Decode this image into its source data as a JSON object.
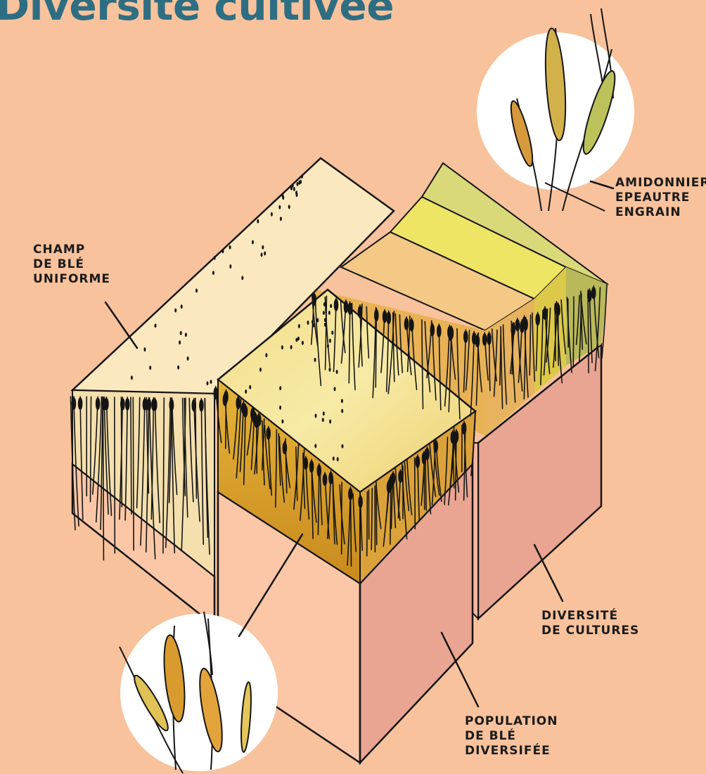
{
  "title": "Diversité cultivée",
  "labels": {
    "uniforme": [
      "CHAMP",
      "DE BLÉ",
      "UNIFORME"
    ],
    "ble_anciens": [
      "AMIDONNIER",
      "EPEAUTRE",
      "ENGRAIN"
    ],
    "cultures": [
      "DIVERSITÉ",
      "DE CULTURES"
    ],
    "population": [
      "POPULATION",
      "DE BLÉ",
      "DIVERSIFÉE"
    ]
  },
  "colors": {
    "background": "#f8c29c",
    "title": "#2e6e83",
    "soil_front": "#fbc7a6",
    "soil_side": "#e9a592",
    "field_uniform": "#fbe8bf",
    "field_population": "#f6e59a",
    "strip_orange": "#f4c985",
    "strip_yellow": "#efe565",
    "strip_green": "#d9d97a",
    "ink": "#151515"
  },
  "icons": [
    "wheat-ears-icon",
    "wheat-ears-icon"
  ]
}
